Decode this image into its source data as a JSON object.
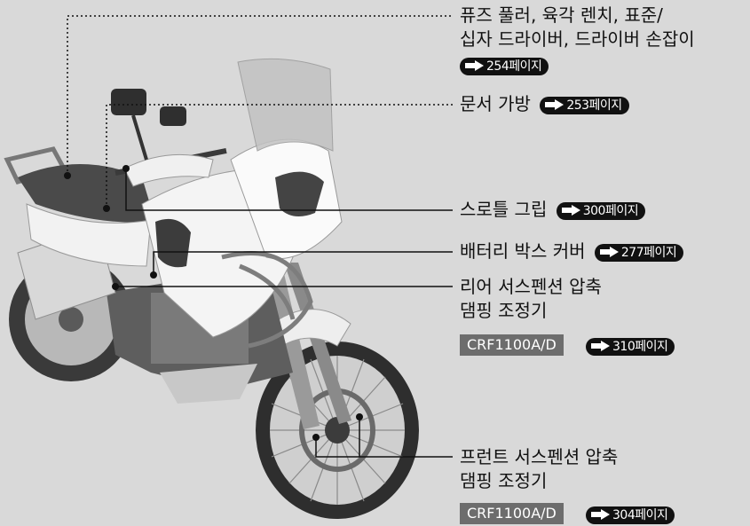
{
  "labels": {
    "fuse_line1": "퓨즈 풀러, 육각 렌치, 표준/",
    "fuse_line2": "십자 드라이버, 드라이버 손잡이",
    "fuse_page": "254페이지",
    "doc_bag": "문서 가방",
    "doc_bag_page": "253페이지",
    "throttle": "스로틀 그립",
    "throttle_page": "300페이지",
    "battery": "배터리 박스 커버",
    "battery_page": "277페이지",
    "rear_line1": "리어 서스펜션 압축",
    "rear_line2": "댐핑 조정기",
    "rear_model": "CRF1100A/D",
    "rear_page": "310페이지",
    "front_line1": "프런트 서스펜션 압축",
    "front_line2": "댐핑 조정기",
    "front_model": "CRF1100A/D",
    "front_page": "304페이지"
  },
  "colors": {
    "background": "#d9d9d9",
    "badge": "#111111",
    "model_tag": "#6d6d6d"
  },
  "icons": [
    "arrow-right-icon"
  ]
}
